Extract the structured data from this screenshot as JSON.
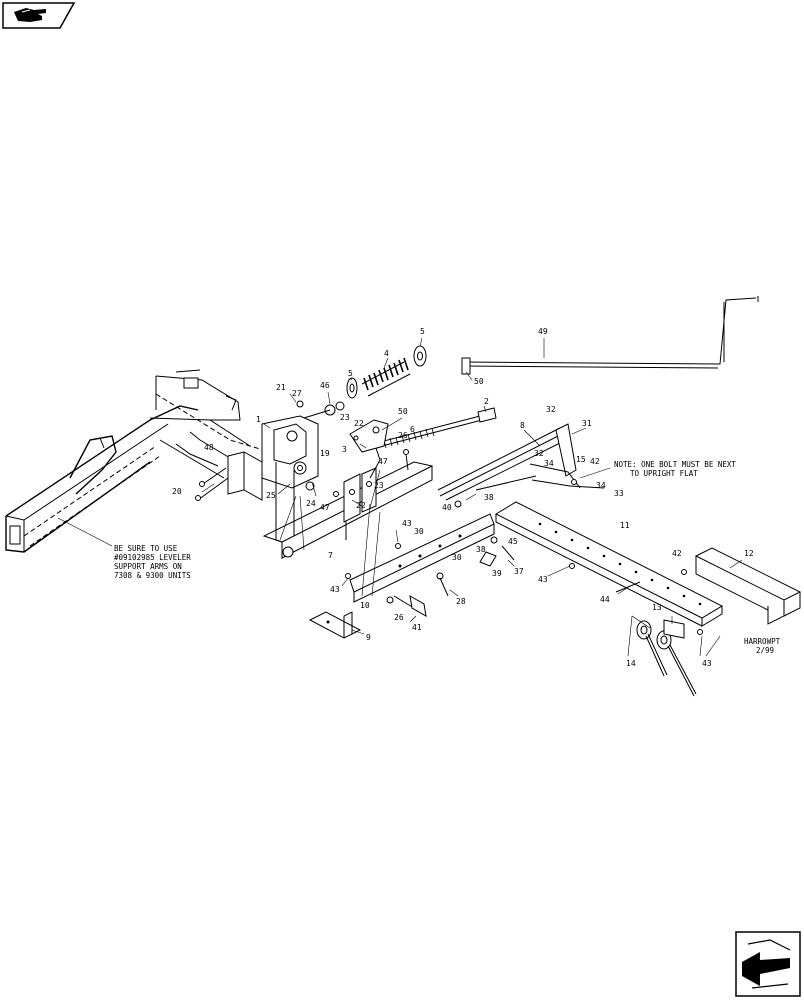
{
  "diagram": {
    "callouts": [
      {
        "id": "c-49",
        "text": "49"
      },
      {
        "id": "c-50a",
        "text": "50"
      },
      {
        "id": "c-5a",
        "text": "5"
      },
      {
        "id": "c-4",
        "text": "4"
      },
      {
        "id": "c-5b",
        "text": "5"
      },
      {
        "id": "c-21",
        "text": "21"
      },
      {
        "id": "c-27",
        "text": "27"
      },
      {
        "id": "c-46",
        "text": "46"
      },
      {
        "id": "c-1",
        "text": "1"
      },
      {
        "id": "c-23a",
        "text": "23"
      },
      {
        "id": "c-22a",
        "text": "22"
      },
      {
        "id": "c-50b",
        "text": "50"
      },
      {
        "id": "c-3",
        "text": "3"
      },
      {
        "id": "c-26a",
        "text": "26"
      },
      {
        "id": "c-6",
        "text": "6"
      },
      {
        "id": "c-2",
        "text": "2"
      },
      {
        "id": "c-32a",
        "text": "32"
      },
      {
        "id": "c-8",
        "text": "8"
      },
      {
        "id": "c-31",
        "text": "31"
      },
      {
        "id": "c-32b",
        "text": "32"
      },
      {
        "id": "c-15",
        "text": "15"
      },
      {
        "id": "c-42a",
        "text": "42"
      },
      {
        "id": "c-34a",
        "text": "34"
      },
      {
        "id": "c-34b",
        "text": "34"
      },
      {
        "id": "c-33",
        "text": "33"
      },
      {
        "id": "c-48",
        "text": "48"
      },
      {
        "id": "c-20",
        "text": "20"
      },
      {
        "id": "c-19",
        "text": "19"
      },
      {
        "id": "c-25",
        "text": "25"
      },
      {
        "id": "c-24",
        "text": "24"
      },
      {
        "id": "c-47a",
        "text": "47"
      },
      {
        "id": "c-47b",
        "text": "47"
      },
      {
        "id": "c-23b",
        "text": "23"
      },
      {
        "id": "c-22b",
        "text": "22"
      },
      {
        "id": "c-40",
        "text": "40"
      },
      {
        "id": "c-38a",
        "text": "38"
      },
      {
        "id": "c-11",
        "text": "11"
      },
      {
        "id": "c-7",
        "text": "7"
      },
      {
        "id": "c-43a",
        "text": "43"
      },
      {
        "id": "c-30a",
        "text": "30"
      },
      {
        "id": "c-45",
        "text": "45"
      },
      {
        "id": "c-38b",
        "text": "38"
      },
      {
        "id": "c-30b",
        "text": "30"
      },
      {
        "id": "c-39",
        "text": "39"
      },
      {
        "id": "c-37",
        "text": "37"
      },
      {
        "id": "c-43b",
        "text": "43"
      },
      {
        "id": "c-43c",
        "text": "43"
      },
      {
        "id": "c-12",
        "text": "12"
      },
      {
        "id": "c-42b",
        "text": "42"
      },
      {
        "id": "c-28a",
        "text": "28"
      },
      {
        "id": "c-10",
        "text": "10"
      },
      {
        "id": "c-26b",
        "text": "26"
      },
      {
        "id": "c-41",
        "text": "41"
      },
      {
        "id": "c-44",
        "text": "44"
      },
      {
        "id": "c-9",
        "text": "9"
      },
      {
        "id": "c-13",
        "text": "13"
      },
      {
        "id": "c-14",
        "text": "14"
      },
      {
        "id": "c-43d",
        "text": "43"
      }
    ],
    "note_bolt": [
      "NOTE: ONE BOLT MUST BE NEXT",
      "TO UPRIGHT FLAT"
    ],
    "note_leveler": [
      "BE SURE TO USE",
      "#09102985 LEVELER",
      "SUPPORT ARMS ON",
      "7308 & 9300 UNITS"
    ],
    "drawing_id": [
      "HARROWPT",
      "2/99"
    ]
  },
  "nav": {
    "back_icon": "hand-pointer-back-icon",
    "next_icon": "page-turn-next-icon"
  }
}
